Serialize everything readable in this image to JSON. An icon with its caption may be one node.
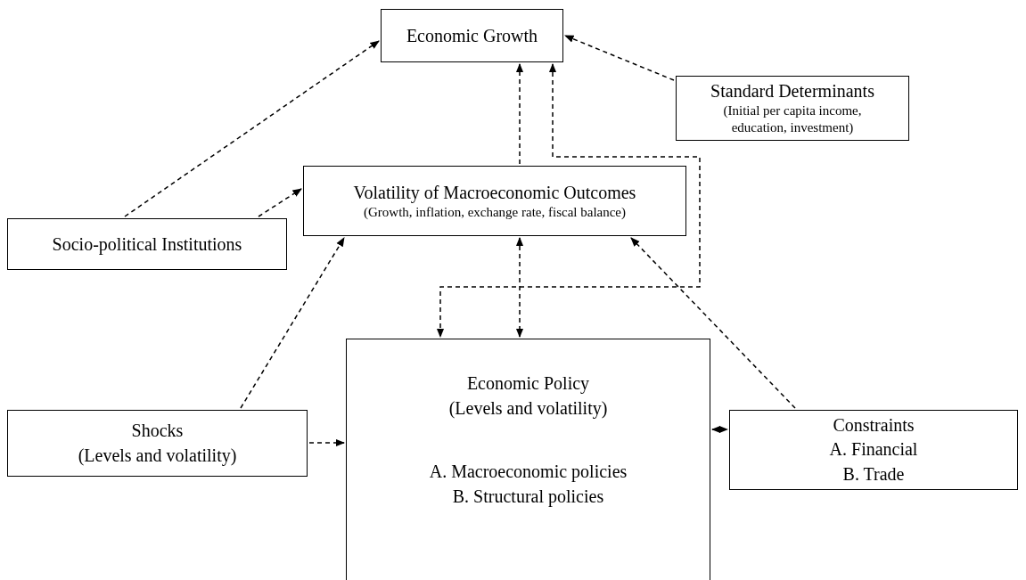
{
  "diagram": {
    "nodes": [
      {
        "text": [
          "Economic Growth"
        ]
      },
      {
        "text": [
          "Standard Determinants",
          "(Initial per capita income, education, investment)"
        ]
      },
      {
        "text": [
          "Volatility of Macroeconomic Outcomes",
          "(Growth, inflation, exchange rate, fiscal balance)"
        ]
      },
      {
        "text": [
          "Socio-political Institutions"
        ]
      },
      {
        "text": [
          "Shocks",
          "(Levels and volatility)"
        ]
      },
      {
        "text": [
          "Economic Policy",
          "(Levels and volatility)",
          "A. Macroeconomic policies",
          "B. Structural policies"
        ]
      },
      {
        "text": [
          "Constraints",
          "A. Financial",
          "B. Trade"
        ]
      }
    ],
    "edges": [
      {
        "from": 3,
        "to": 0,
        "arrow": "to",
        "style": "dashed"
      },
      {
        "from": 3,
        "to": 2,
        "arrow": "to",
        "style": "dashed"
      },
      {
        "from": 1,
        "to": 0,
        "arrow": "to",
        "style": "dashed"
      },
      {
        "from": 2,
        "to": 0,
        "arrow": "to",
        "style": "dashed"
      },
      {
        "from": 0,
        "to": 5,
        "arrow": "both",
        "style": "dashed"
      },
      {
        "from": 2,
        "to": 5,
        "arrow": "both",
        "style": "dashed"
      },
      {
        "from": 4,
        "to": 2,
        "arrow": "to",
        "style": "dashed"
      },
      {
        "from": 6,
        "to": 2,
        "arrow": "to",
        "style": "dashed"
      },
      {
        "from": 4,
        "to": 5,
        "arrow": "to",
        "style": "dashed"
      },
      {
        "from": 5,
        "to": 6,
        "arrow": "both",
        "style": "dashed"
      }
    ]
  }
}
